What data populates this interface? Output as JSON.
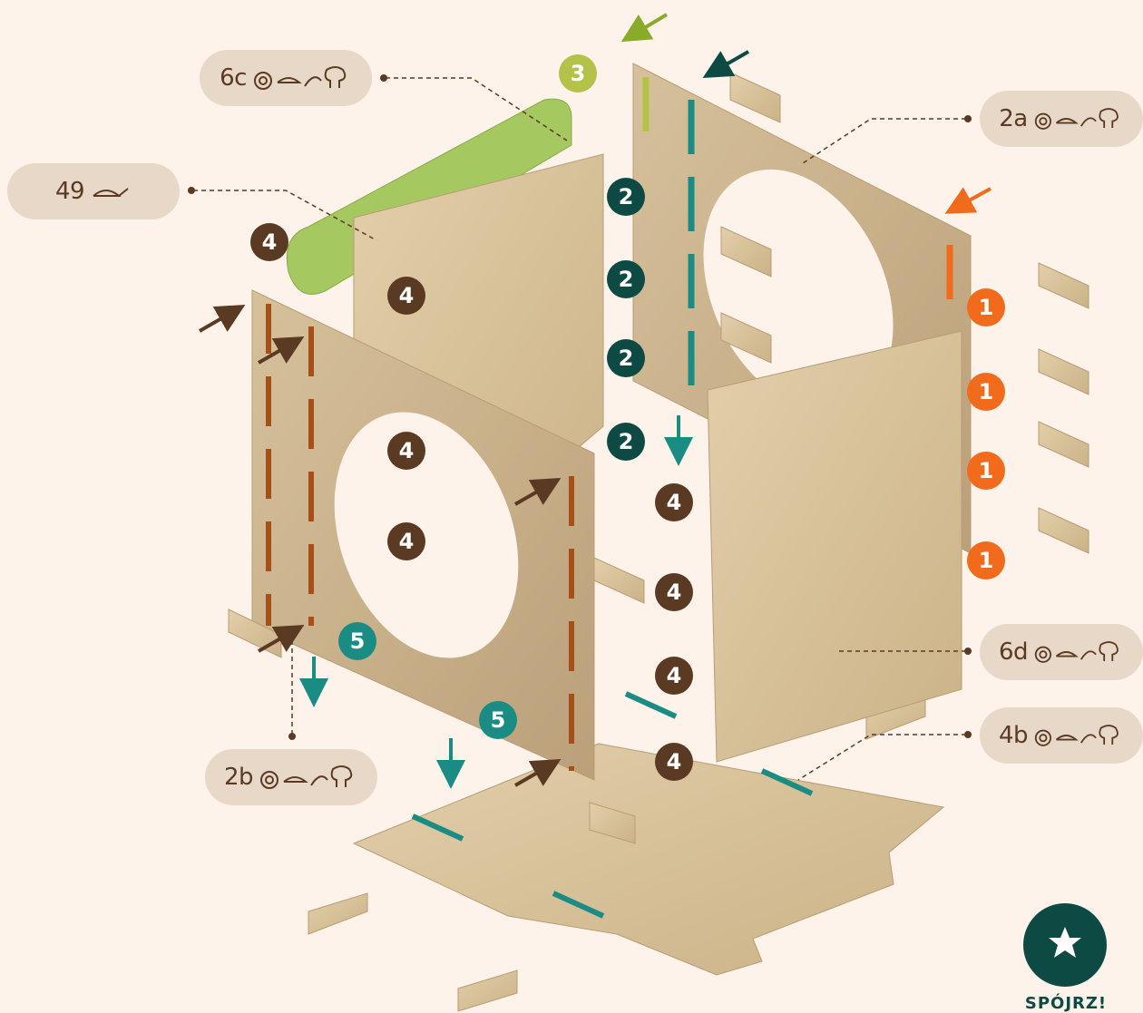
{
  "labels": {
    "p_6c": "6c",
    "p_49": "49",
    "p_2a": "2a",
    "p_6d": "6d",
    "p_4b": "4b",
    "p_2b": "2b"
  },
  "step_badges": {
    "step3": "3",
    "step2": "2",
    "step1": "1",
    "step4": "4",
    "step5": "5"
  },
  "colors": {
    "step1": "#f26a1b",
    "step2": "#0d4a44",
    "step3": "#b5c24a",
    "step4": "#5a3a23",
    "step5": "#1b8c83",
    "background": "#fdf3ea",
    "pill": "#e8d8c7"
  },
  "icons": [
    "snail-icon",
    "fish-icon",
    "squirrel-icon",
    "tree-icon",
    "star-icon"
  ],
  "action": {
    "label": "SPÓJRZ!"
  }
}
